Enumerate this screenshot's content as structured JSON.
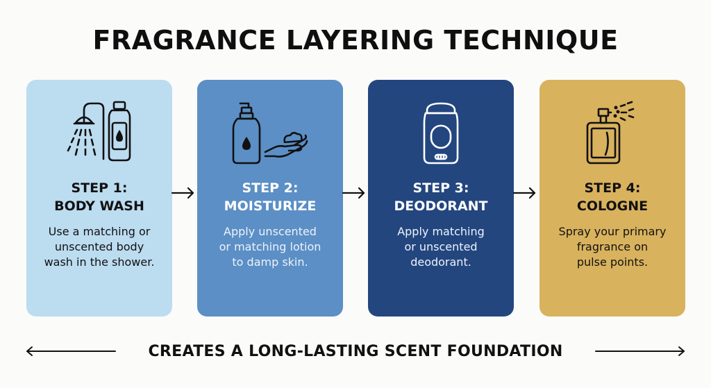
{
  "title": "FRAGRANCE LAYERING TECHNIQUE",
  "steps": [
    {
      "heading_line1": "STEP 1:",
      "heading_line2": "BODY WASH",
      "desc_line1": "Use a matching or",
      "desc_line2": "unscented body",
      "desc_line3": "wash in the shower.",
      "icon": "shower-and-bottle-icon",
      "bg": "#bcdcf0"
    },
    {
      "heading_line1": "STEP 2:",
      "heading_line2": "MOISTURIZE",
      "desc_line1": "Apply unscented",
      "desc_line2": "or matching lotion",
      "desc_line3": "to damp skin.",
      "icon": "lotion-pump-and-hand-icon",
      "bg": "#5b8fc5"
    },
    {
      "heading_line1": "STEP 3:",
      "heading_line2": "DEODORANT",
      "desc_line1": "Apply matching",
      "desc_line2": "or unscented",
      "desc_line3": "deodorant.",
      "icon": "deodorant-stick-icon",
      "bg": "#23467f"
    },
    {
      "heading_line1": "STEP 4:",
      "heading_line2": "COLOGNE",
      "desc_line1": "Spray your primary",
      "desc_line2": "fragrance on",
      "desc_line3": "pulse points.",
      "icon": "cologne-spray-bottle-icon",
      "bg": "#d9b25e"
    }
  ],
  "footer": "CREATES A LONG-LASTING SCENT FOUNDATION"
}
